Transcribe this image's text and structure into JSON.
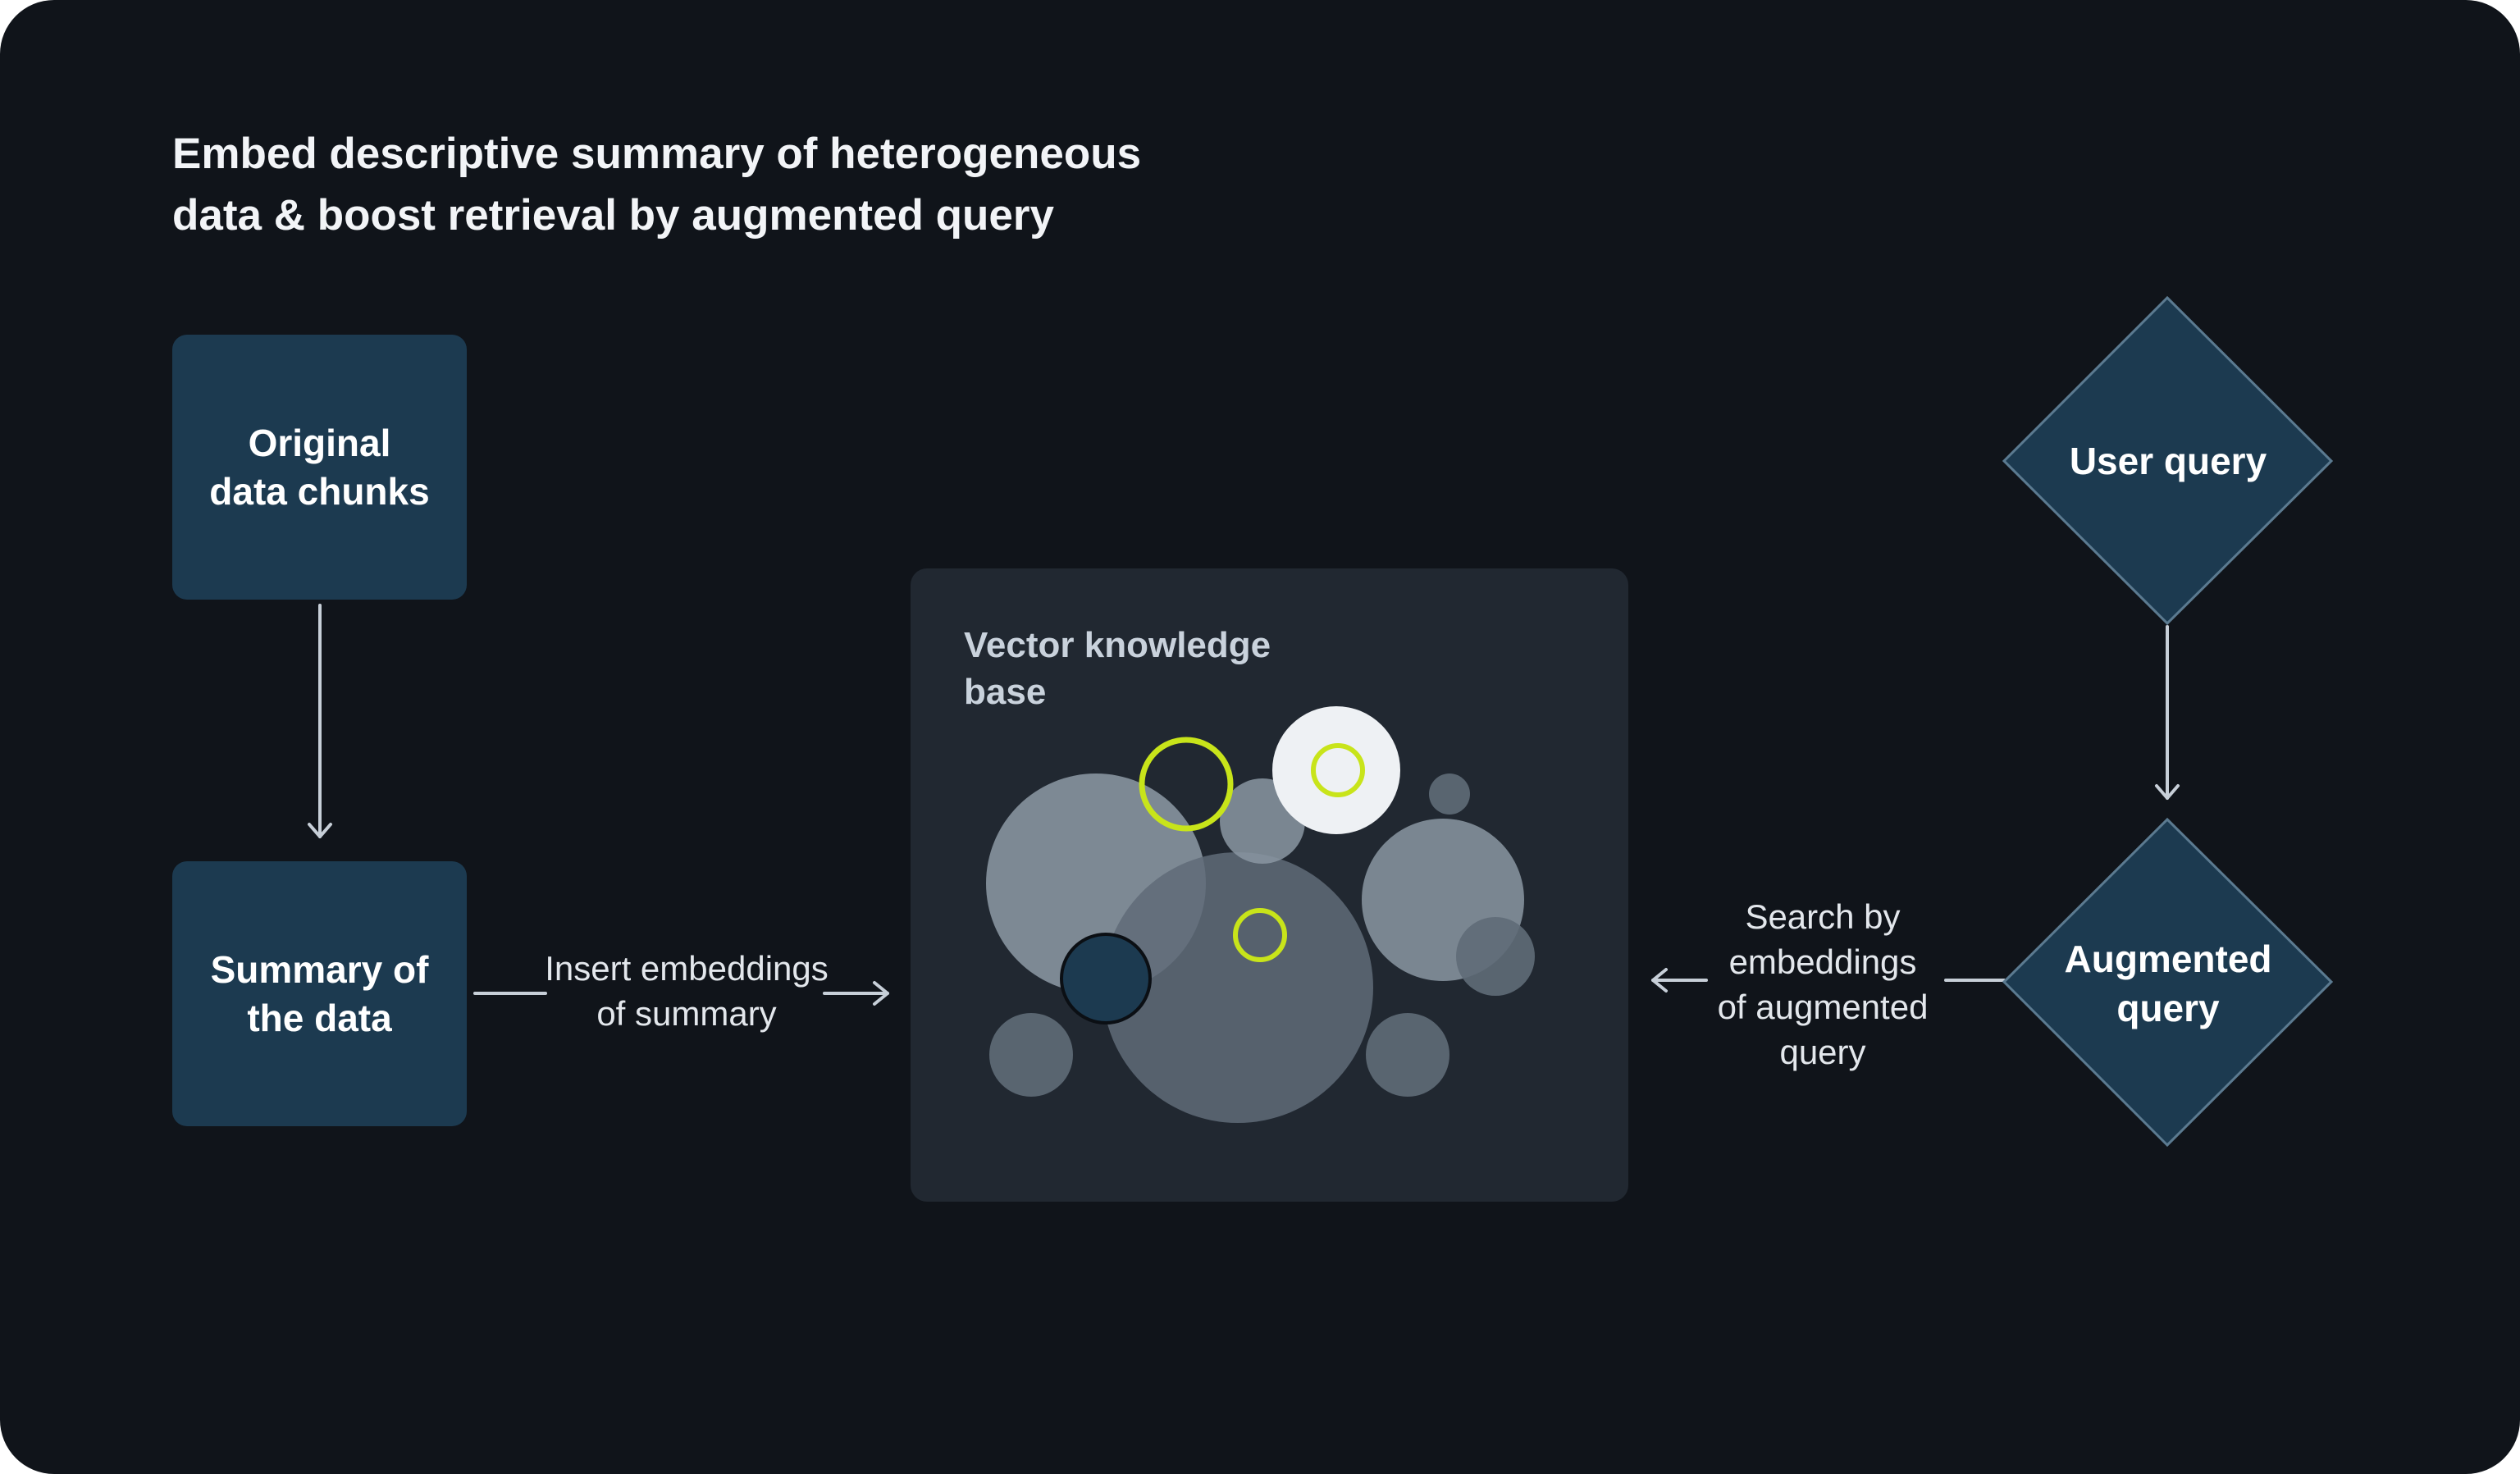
{
  "title": {
    "line1": "Embed descriptive summary of heterogeneous",
    "line2": "data & boost retrieval by augmented query"
  },
  "nodes": {
    "original": {
      "line1": "Original",
      "line2": "data chunks"
    },
    "summary": {
      "line1": "Summary of",
      "line2": "the data"
    },
    "knowledge_base": {
      "line1": "Vector knowledge",
      "line2": "base"
    },
    "user_query": {
      "line1": "User query"
    },
    "augmented_query": {
      "line1": "Augmented",
      "line2": "query"
    }
  },
  "edges": {
    "insert": {
      "line1": "Insert embeddings",
      "line2": "of summary"
    },
    "search": {
      "line1": "Search by",
      "line2": "embeddings",
      "line3": "of augmented",
      "line4": "query"
    }
  },
  "colors": {
    "background": "#10141a",
    "node_fill": "#1c3a50",
    "panel_fill": "#212831",
    "highlight": "#c8e41a",
    "connector": "#c7cfd8"
  }
}
